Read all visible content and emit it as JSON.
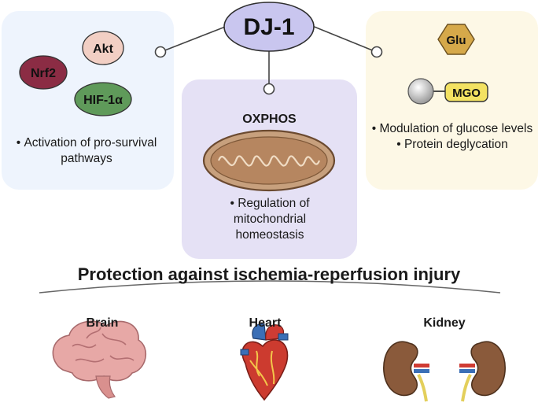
{
  "center": {
    "label": "DJ-1"
  },
  "left_panel": {
    "proteins": {
      "akt": "Akt",
      "nrf2": "Nrf2",
      "hif": "HIF-1α"
    },
    "bullets": [
      "Activation of pro-survival pathways"
    ]
  },
  "middle_panel": {
    "title": "OXPHOS",
    "bullets": [
      "Regulation of mitochondrial homeostasis"
    ]
  },
  "right_panel": {
    "glu": "Glu",
    "mgo": "MGO",
    "bullets": [
      "Modulation of glucose levels",
      "Protein deglycation"
    ]
  },
  "protection_title": "Protection against ischemia-reperfusion injury",
  "organs": {
    "brain": "Brain",
    "heart": "Heart",
    "kidney": "Kidney"
  },
  "colors": {
    "dj1_fill": "#c9c6ef",
    "akt": "#f2cfc4",
    "nrf2": "#8b2c44",
    "hif": "#5f9a5a",
    "glu": "#d6a94a",
    "mgo": "#f3e262",
    "mitochondrion": "#c7a07d"
  }
}
